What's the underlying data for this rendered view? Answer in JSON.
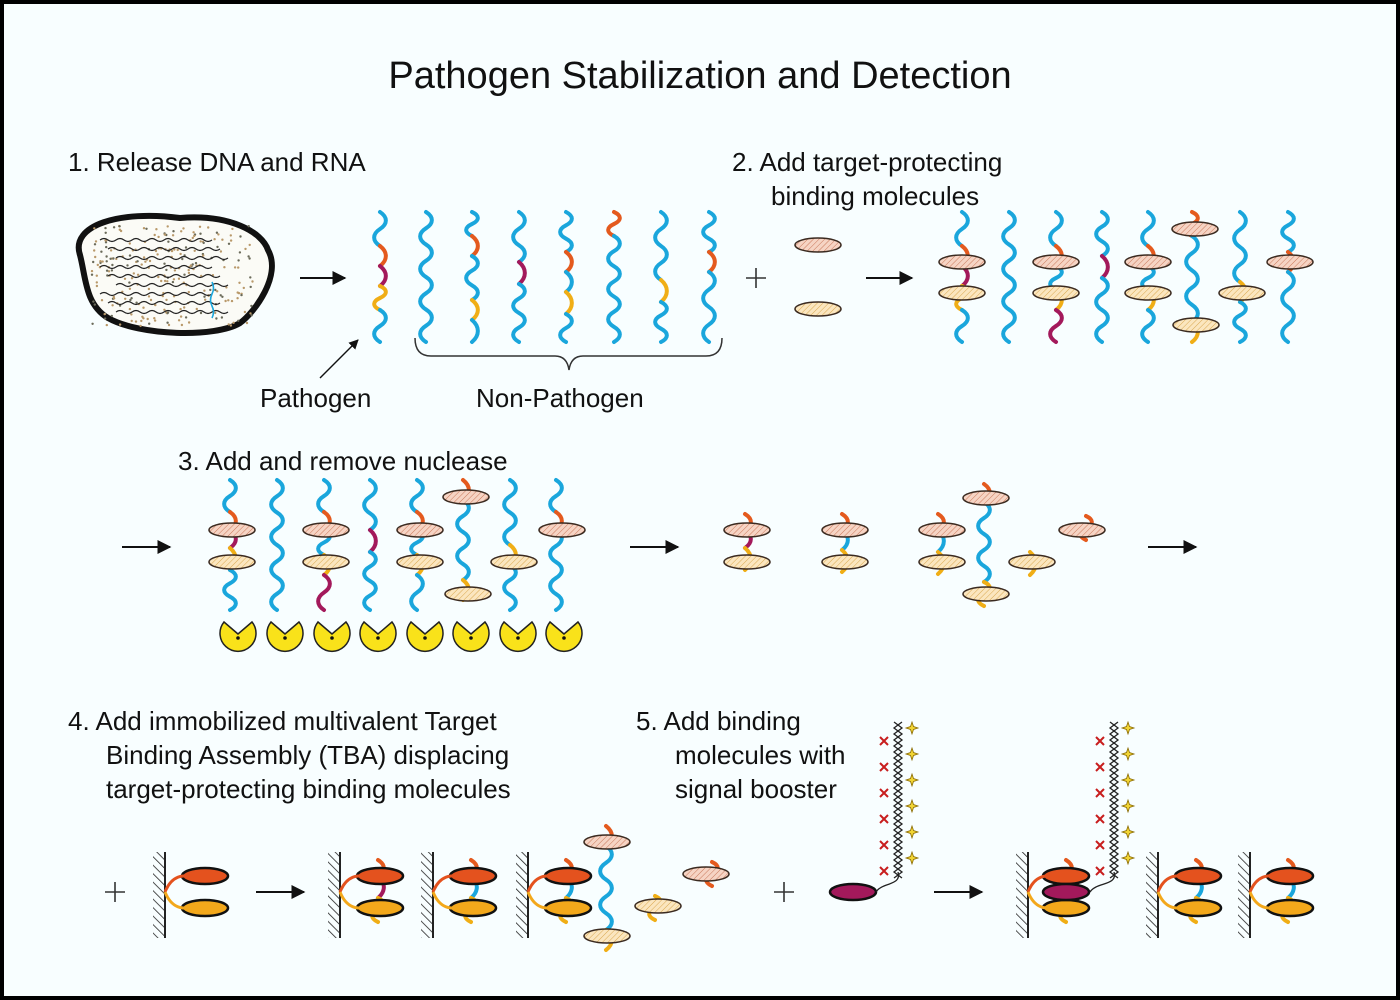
{
  "title": "Pathogen Stabilization and Detection",
  "steps": {
    "s1": "1.  Release DNA and RNA",
    "s2a": "2.  Add target-protecting",
    "s2b": "binding molecules",
    "s3": "3.  Add and remove nuclease",
    "s4a": "4.  Add immobilized multivalent Target",
    "s4b": "Binding Assembly (TBA) displacing",
    "s4c": "target-protecting binding molecules",
    "s5a": "5.  Add binding",
    "s5b": "molecules with",
    "s5c": "signal booster"
  },
  "labels": {
    "pathogen": "Pathogen",
    "non_pathogen": "Non-Pathogen"
  },
  "colors": {
    "background": "#f8feff",
    "strand": "#1aa6dc",
    "red_segment": "#e45a1e",
    "maroon_segment": "#a3195b",
    "orange_segment": "#f0ae16",
    "binder_red_fill": "#f6d4c4",
    "binder_orange_fill": "#fbe6bf",
    "nuclease": "#f9e21a",
    "tba_red": "#e4521e",
    "tba_orange": "#f3a81b",
    "booster_star": "#f2d534",
    "booster_x": "#c81e1e"
  },
  "icons": [
    "cell-icon",
    "nuclease-icon",
    "surface-icon",
    "signal-booster-icon",
    "arrow-icon"
  ]
}
